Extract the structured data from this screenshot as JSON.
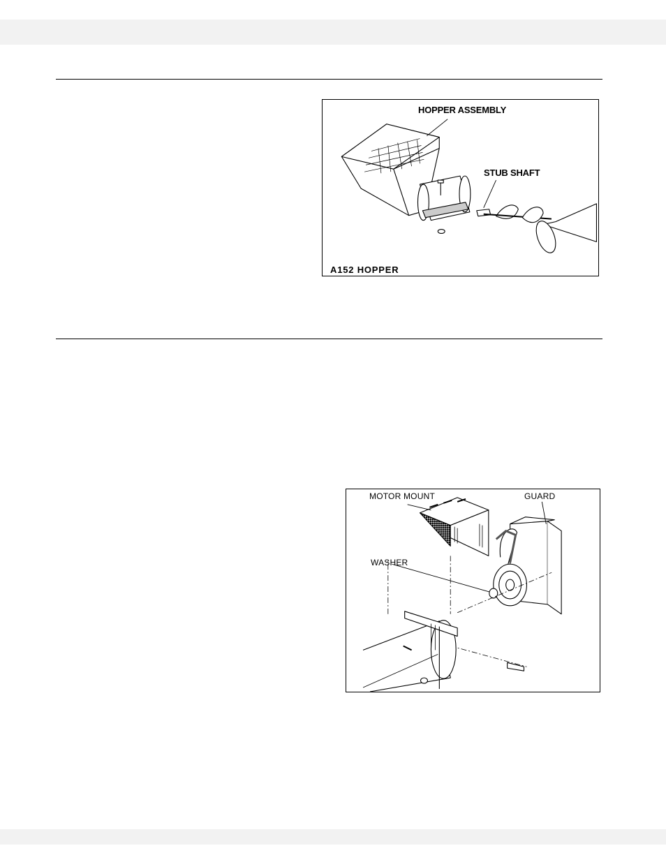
{
  "figures": {
    "hopper": {
      "label_assembly": "HOPPER ASSEMBLY",
      "label_stub_shaft": "STUB SHAFT",
      "caption": "A152  HOPPER"
    },
    "motor_mount": {
      "label_motor_mount": "MOTOR MOUNT",
      "label_guard": "GUARD",
      "label_washer": "WASHER"
    }
  }
}
